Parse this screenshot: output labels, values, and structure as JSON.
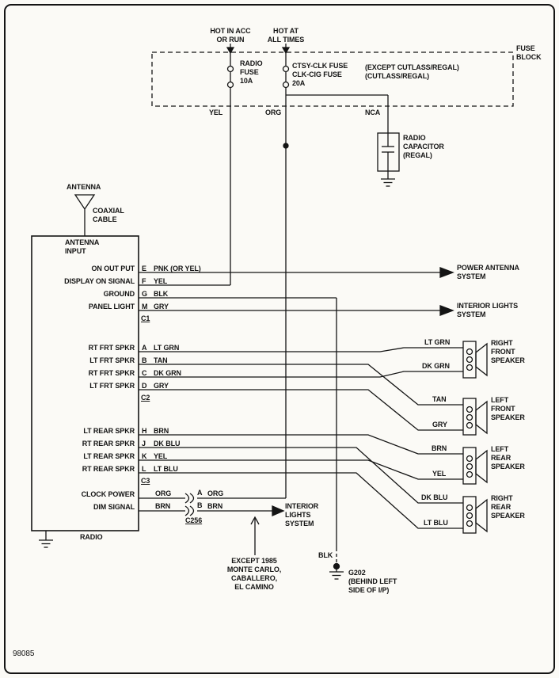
{
  "meta": {
    "diagram_number": "98085"
  },
  "power": {
    "feed1": "HOT IN ACC\nOR RUN",
    "feed2": "HOT AT\nALL TIMES",
    "fuse_block": "FUSE\nBLOCK",
    "fuse1": "RADIO\nFUSE\n10A",
    "fuse2": "CTSY-CLK FUSE\nCLK-CIG FUSE\n20A",
    "fuse_note": "(EXCEPT CUTLASS/REGAL)\n(CUTLASS/REGAL)",
    "wire_yel": "YEL",
    "wire_org": "ORG",
    "wire_nca": "NCA",
    "capacitor": "RADIO\nCAPACITOR\n(REGAL)"
  },
  "antenna": {
    "label": "ANTENNA",
    "cable": "COAXIAL\nCABLE",
    "input": "ANTENNA\nINPUT"
  },
  "radio": {
    "label": "RADIO",
    "pins": [
      {
        "function": "ON OUT PUT",
        "pin": "E",
        "wire": "PNK (OR YEL)"
      },
      {
        "function": "DISPLAY ON SIGNAL",
        "pin": "F",
        "wire": "YEL"
      },
      {
        "function": "GROUND",
        "pin": "G",
        "wire": "BLK"
      },
      {
        "function": "PANEL LIGHT",
        "pin": "M",
        "wire": "GRY"
      },
      {
        "function": "RT FRT SPKR",
        "pin": "A",
        "wire": "LT GRN"
      },
      {
        "function": "LT FRT SPKR",
        "pin": "B",
        "wire": "TAN"
      },
      {
        "function": "RT FRT SPKR",
        "pin": "C",
        "wire": "DK GRN"
      },
      {
        "function": "LT FRT SPKR",
        "pin": "D",
        "wire": "GRY"
      },
      {
        "function": "LT REAR SPKR",
        "pin": "H",
        "wire": "BRN"
      },
      {
        "function": "RT REAR SPKR",
        "pin": "J",
        "wire": "DK BLU"
      },
      {
        "function": "LT REAR SPKR",
        "pin": "K",
        "wire": "YEL"
      },
      {
        "function": "RT REAR SPKR",
        "pin": "L",
        "wire": "LT BLU"
      }
    ],
    "connector1": "C1",
    "connector2": "C2",
    "connector3": "C3",
    "connector256": "C256",
    "clock": {
      "function": "CLOCK POWER",
      "wire": "ORG",
      "pin": "A",
      "wire_out": "ORG"
    },
    "dim": {
      "function": "DIM SIGNAL",
      "wire": "BRN",
      "pin": "B",
      "wire_out": "BRN"
    }
  },
  "systems": {
    "power_antenna": "POWER ANTENNA\nSYSTEM",
    "interior_lights": "INTERIOR LIGHTS\nSYSTEM",
    "interior_lights_2": "INTERIOR\nLIGHTS\nSYSTEM"
  },
  "speakers": [
    {
      "name": "RIGHT\nFRONT\nSPEAKER",
      "wire_top": "LT GRN",
      "wire_bottom": "DK GRN"
    },
    {
      "name": "LEFT\nFRONT\nSPEAKER",
      "wire_top": "TAN",
      "wire_bottom": "GRY"
    },
    {
      "name": "LEFT\nREAR\nSPEAKER",
      "wire_top": "BRN",
      "wire_bottom": "YEL"
    },
    {
      "name": "RIGHT\nREAR\nSPEAKER",
      "wire_top": "DK BLU",
      "wire_bottom": "LT BLU"
    }
  ],
  "ground": {
    "wire": "BLK",
    "label": "G202\n(BEHIND LEFT\nSIDE OF I/P)"
  },
  "note": "EXCEPT 1985\nMONTE CARLO,\nCABALLERO,\nEL CAMINO"
}
